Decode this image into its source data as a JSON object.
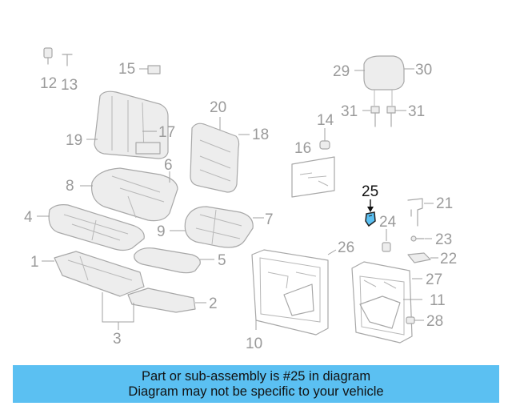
{
  "diagram": {
    "highlighted_part": "25",
    "highlight_color": "#5bc0f2",
    "callouts": [
      "1",
      "2",
      "3",
      "4",
      "5",
      "6",
      "7",
      "8",
      "9",
      "10",
      "11",
      "12",
      "13",
      "14",
      "15",
      "16",
      "17",
      "18",
      "19",
      "20",
      "21",
      "22",
      "23",
      "24",
      "25",
      "26",
      "27",
      "28",
      "29",
      "30",
      "31",
      "31"
    ]
  },
  "banner": {
    "line1": "Part or sub-assembly is #25 in diagram",
    "line2": "Diagram may not be specific to your vehicle",
    "background": "#5bc0f2"
  }
}
